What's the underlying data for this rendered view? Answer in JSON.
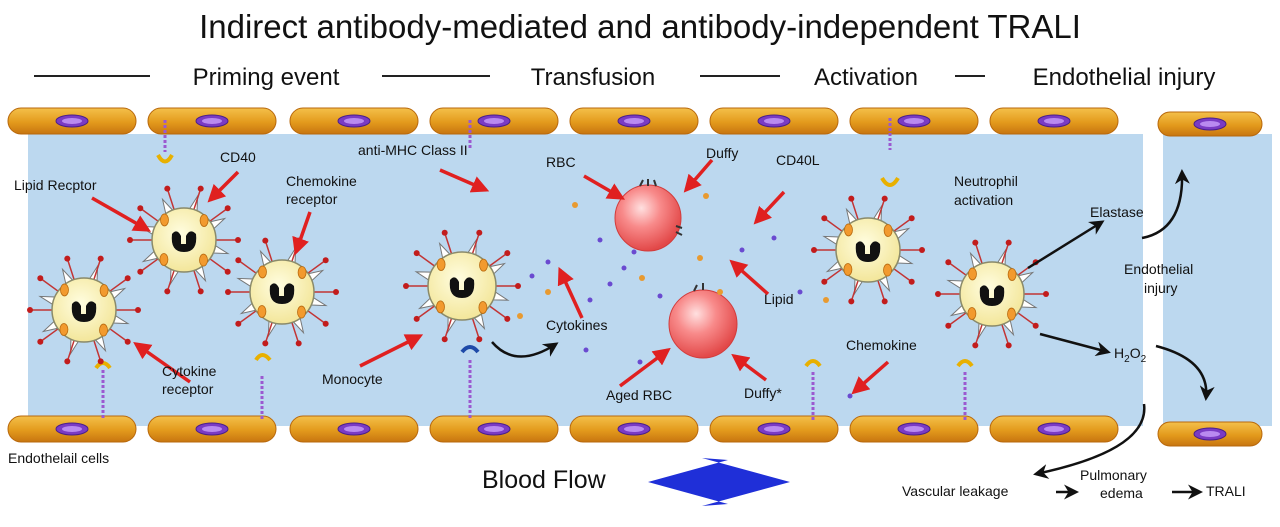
{
  "title": "Indirect antibody-mediated and antibody-independent TRALI",
  "phases": [
    "Priming event",
    "Transfusion",
    "Activation",
    "Endothelial injury"
  ],
  "labels": {
    "lipid_receptor": "Lipid Recptor",
    "cd40": "CD40",
    "chemokine_receptor_1": "Chemokine",
    "chemokine_receptor_2": "receptor",
    "cytokine_receptor_1": "Cytokine",
    "cytokine_receptor_2": "receptor",
    "anti_mhc": "anti-MHC Class II",
    "monocyte": "Monocyte",
    "rbc": "RBC",
    "duffy": "Duffy",
    "cd40l": "CD40L",
    "cytokines": "Cytokines",
    "lipid": "Lipid",
    "aged_rbc": "Aged RBC",
    "duffy_star": "Duffy*",
    "chemokine": "Chemokine",
    "neutrophil_activation_1": "Neutrophil",
    "neutrophil_activation_2": "activation",
    "elastase": "Elastase",
    "endothelial_injury_1": "Endothelial",
    "endothelial_injury_2": "injury",
    "h2o2_base": "H",
    "h2o2_sub1": "2",
    "h2o2_mid": "O",
    "h2o2_sub2": "2",
    "endothelial_cells": "Endothelail cells",
    "blood_flow": "Blood Flow",
    "vascular_leakage": "Vascular leakage",
    "pulmonary_1": "Pulmonary",
    "pulmonary_2": "edema",
    "trali": "TRALI"
  },
  "colors": {
    "vessel": "#bcd8ef",
    "endothelium": "#e8a020",
    "nucleus": "#7a3bc4",
    "rbc": "#f26a6a",
    "cell": "#fff6b8",
    "arrow_red": "#e02020",
    "blood_flow_arrow": "#1f2fd8"
  }
}
